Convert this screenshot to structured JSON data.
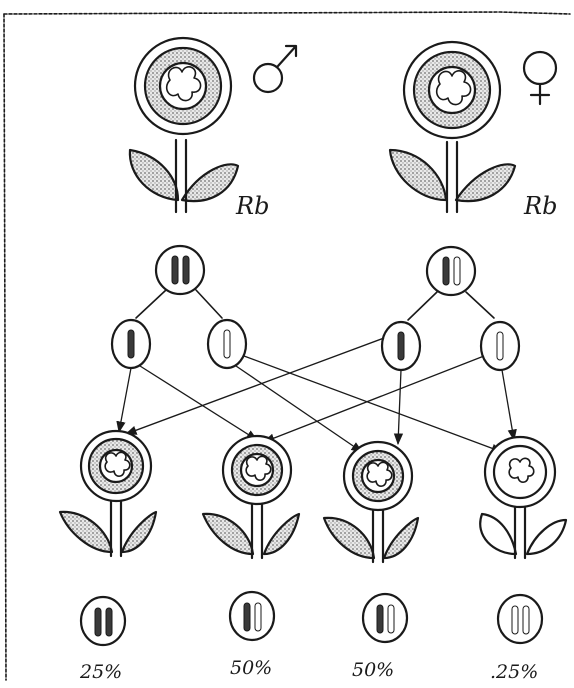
{
  "parents": {
    "male": {
      "genotype_label": "Rb",
      "sex_symbol": "male-symbol",
      "chromosomes": "dark-dark"
    },
    "female": {
      "genotype_label": "Rb",
      "sex_symbol": "female-symbol",
      "chromosomes": "dark-light"
    }
  },
  "gametes": {
    "male": [
      "dark",
      "light"
    ],
    "female": [
      "dark",
      "light"
    ]
  },
  "offspring": [
    {
      "chromosomes": "dark-dark",
      "flower_shading": "full",
      "percentage": "25%"
    },
    {
      "chromosomes": "dark-light",
      "flower_shading": "partial",
      "percentage": "50%"
    },
    {
      "chromosomes": "dark-light",
      "flower_shading": "partial",
      "percentage": "50%"
    },
    {
      "chromosomes": "light-light",
      "flower_shading": "none",
      "percentage": ".25%"
    }
  ],
  "colors": {
    "ink": "#1a1a1a",
    "shading": "#8a8a8a",
    "paper": "#ffffff"
  }
}
